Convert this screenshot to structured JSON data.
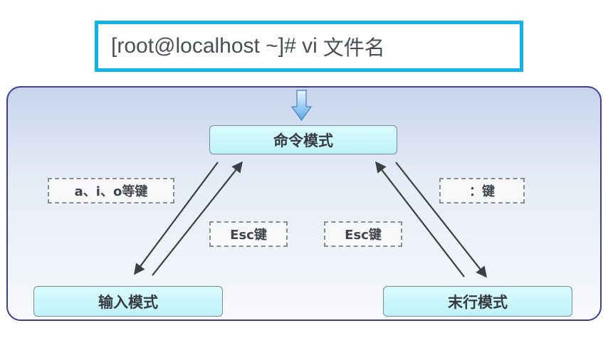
{
  "command": {
    "prompt": "[root@localhost ~]# vi",
    "filename": "文件名"
  },
  "modes": {
    "command": "命令模式",
    "insert": "输入模式",
    "lastline": "末行模式"
  },
  "labels": {
    "aio_keys": "a、i、o等键",
    "colon_key": "：键",
    "esc_left": "Esc键",
    "esc_right": "Esc键"
  }
}
